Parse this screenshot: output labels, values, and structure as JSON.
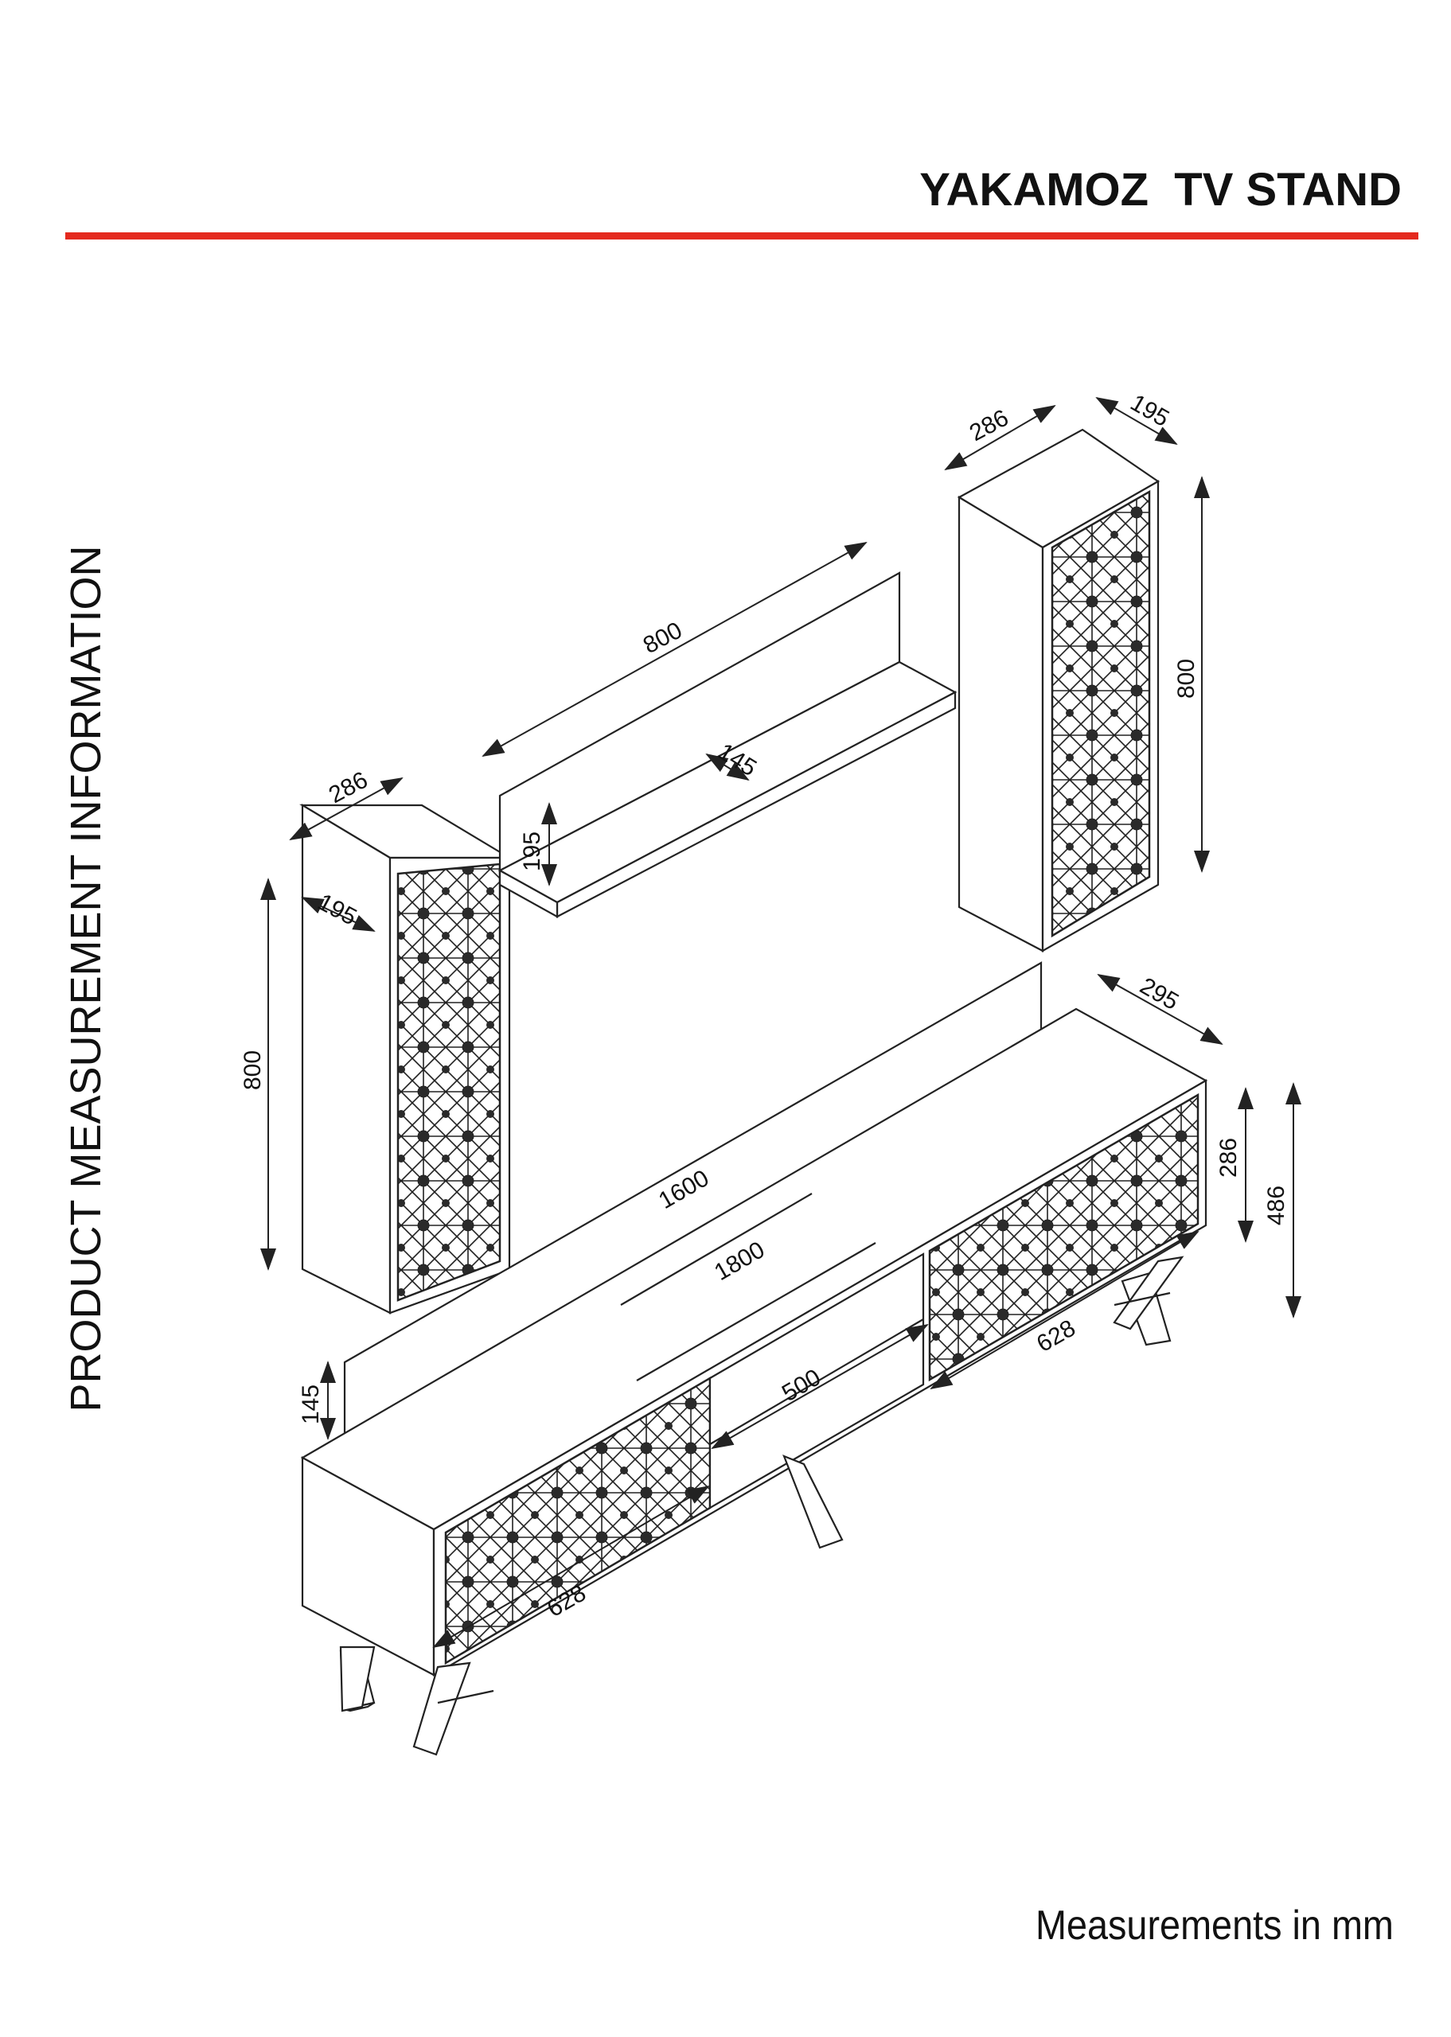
{
  "header": {
    "title": "YAKAMOZ  TV STAND",
    "rule_color": "#e4291e"
  },
  "side_label": "PRODUCT MEASUREMENT INFORMATION",
  "footer_note": "Measurements in mm",
  "dimensions": {
    "left_cabinet_width": "286",
    "left_cabinet_depth": "195",
    "left_cabinet_height": "800",
    "right_cabinet_width": "286",
    "right_cabinet_depth": "195",
    "right_cabinet_height": "800",
    "shelf_length": "800",
    "shelf_depth": "145",
    "shelf_height": "195",
    "back_panel_length": "1600",
    "back_panel_height": "145",
    "stand_length": "1800",
    "stand_depth": "295",
    "stand_body_height": "286",
    "stand_total_height": "486",
    "stand_door_left_width": "628",
    "stand_door_right_width": "628",
    "stand_open_section_width": "500"
  }
}
